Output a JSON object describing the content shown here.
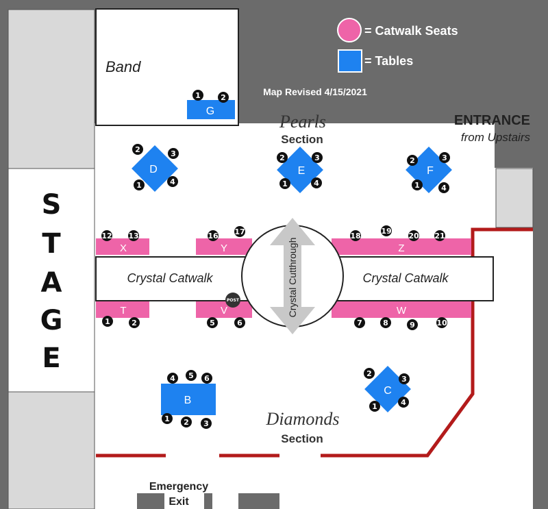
{
  "legend": {
    "catwalk_seats": "= Catwalk Seats",
    "tables": "= Tables",
    "colors": {
      "seat": "#ee64a8",
      "table": "#1e82f0"
    }
  },
  "revised": "Map Revised 4/15/2021",
  "band_label": "Band",
  "stage_letters": [
    "S",
    "T",
    "A",
    "G",
    "E"
  ],
  "entrance": {
    "title": "ENTRANCE",
    "subtitle": "from Upstairs"
  },
  "sections": {
    "pearls": {
      "name": "Pearls",
      "word": "Section"
    },
    "diamonds": {
      "name": "Diamonds",
      "word": "Section"
    }
  },
  "catwalk_label": "Crystal Catwalk",
  "cutthrough_label": "Crystal Cutthrough",
  "post_label": "POST",
  "exit": {
    "line1": "Emergency",
    "line2": "Exit"
  },
  "tables": {
    "g": {
      "label": "G",
      "seats": [
        "1",
        "2"
      ]
    },
    "d": {
      "label": "D",
      "seats": [
        "1",
        "2",
        "3",
        "4"
      ]
    },
    "e": {
      "label": "E",
      "seats": [
        "1",
        "2",
        "3",
        "4"
      ]
    },
    "f": {
      "label": "F",
      "seats": [
        "1",
        "2",
        "3",
        "4"
      ]
    },
    "b": {
      "label": "B",
      "seats": [
        "1",
        "2",
        "3",
        "4",
        "5",
        "6"
      ]
    },
    "c": {
      "label": "C",
      "seats": [
        "1",
        "2",
        "3",
        "4"
      ]
    }
  },
  "catwalk_seats": {
    "x": {
      "label": "X",
      "seats": [
        "12",
        "13"
      ]
    },
    "y": {
      "label": "Y",
      "seats": [
        "16",
        "17"
      ]
    },
    "z": {
      "label": "Z",
      "seats": [
        "18",
        "19",
        "20",
        "21"
      ]
    },
    "t": {
      "label": "T",
      "seats": [
        "1",
        "2"
      ]
    },
    "v": {
      "label": "V",
      "seats": [
        "5",
        "6"
      ]
    },
    "w": {
      "label": "W",
      "seats": [
        "7",
        "8",
        "9",
        "10"
      ]
    }
  }
}
